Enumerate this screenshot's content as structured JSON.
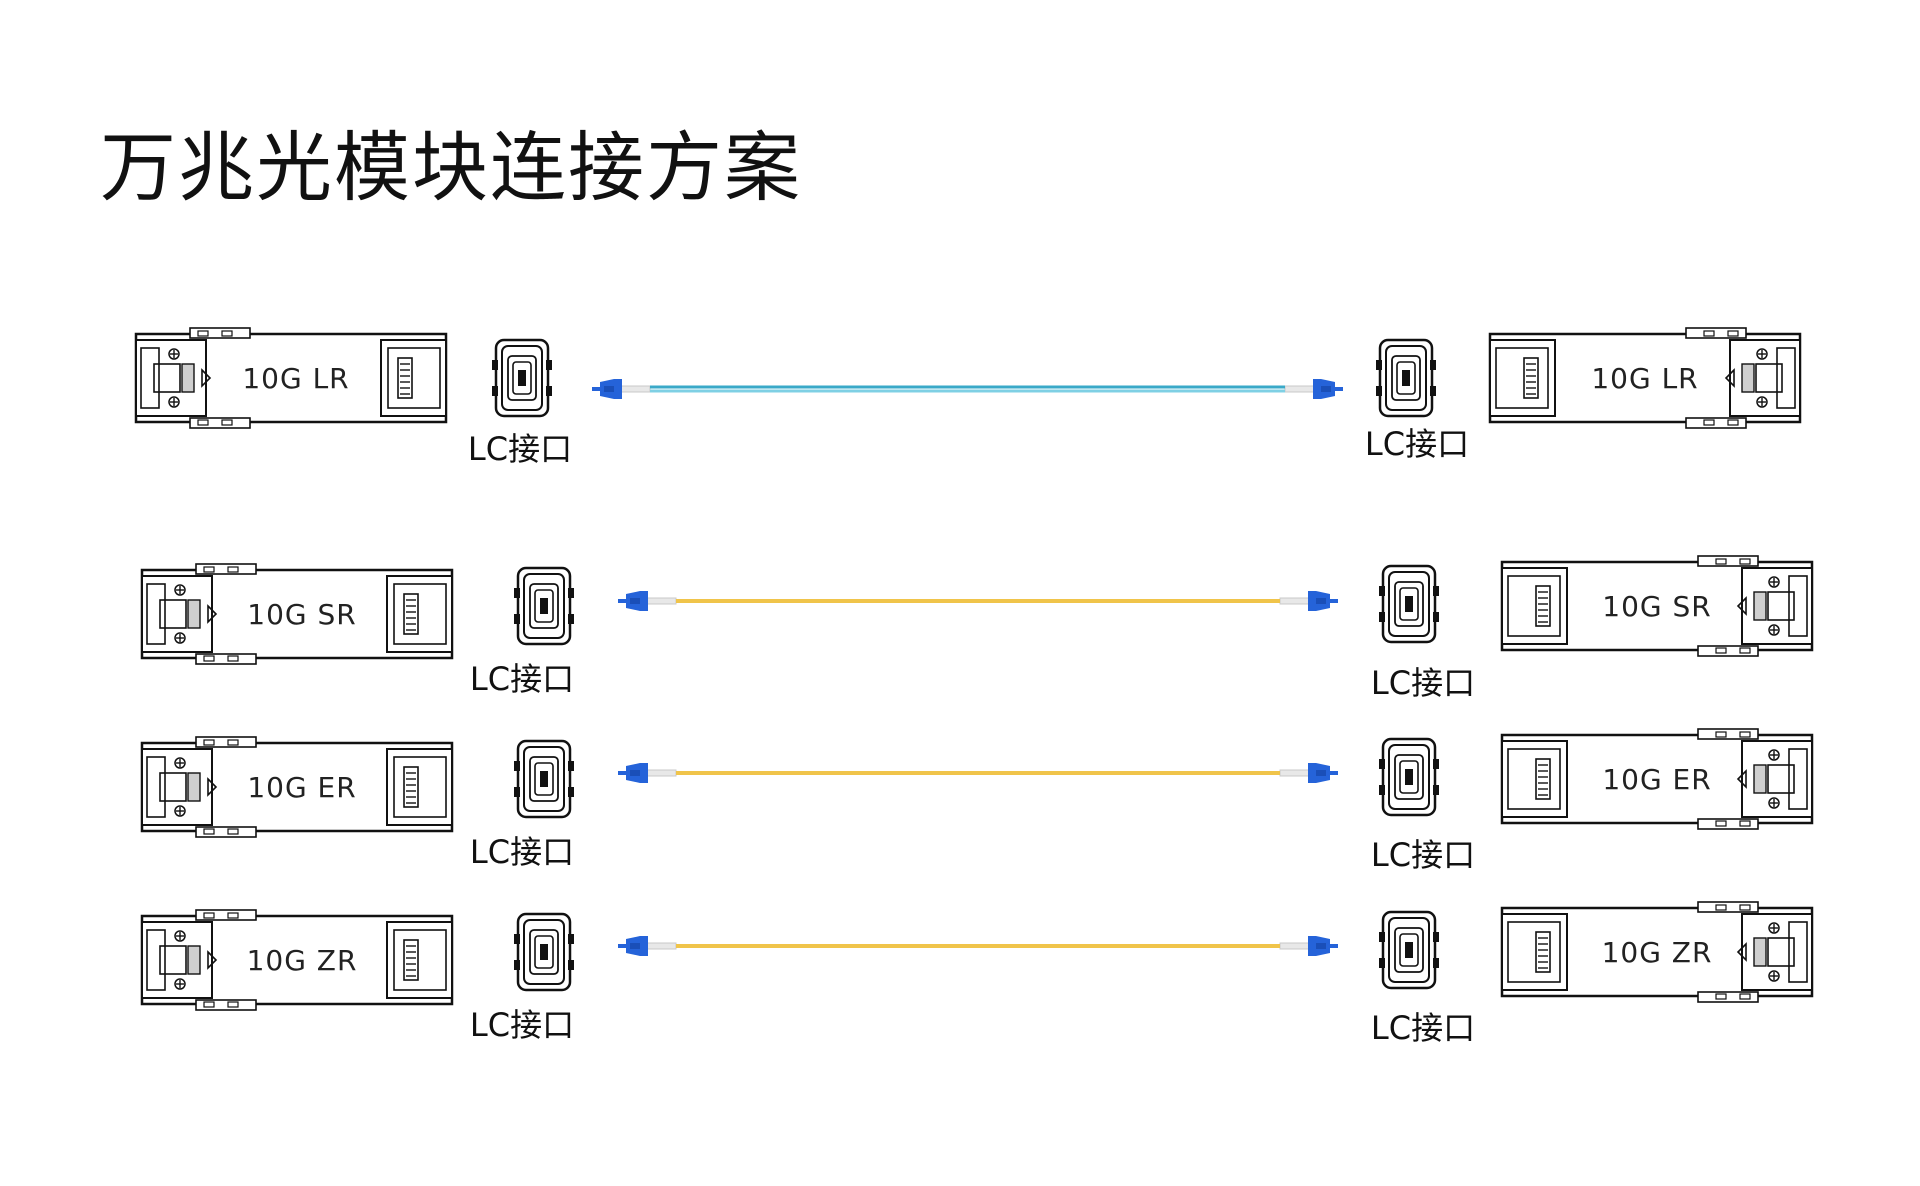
{
  "title": "万兆光模块连接方案",
  "connector_label": "LC接口",
  "rows": [
    {
      "left_module": "10G LR",
      "right_module": "10G LR",
      "left_connector": "LC接口",
      "right_connector": "LC接口",
      "cable_color": "#3aa9c8",
      "cable_type": "multimode"
    },
    {
      "left_module": "10G SR",
      "right_module": "10G SR",
      "left_connector": "LC接口",
      "right_connector": "LC接口",
      "cable_color": "#f0c44a",
      "cable_type": "singlemode"
    },
    {
      "left_module": "10G ER",
      "right_module": "10G ER",
      "left_connector": "LC接口",
      "right_connector": "LC接口",
      "cable_color": "#f0c44a",
      "cable_type": "singlemode"
    },
    {
      "left_module": "10G ZR",
      "right_module": "10G ZR",
      "left_connector": "LC接口",
      "right_connector": "LC接口",
      "cable_color": "#f0c44a",
      "cable_type": "singlemode"
    }
  ],
  "colors": {
    "connector_boot": "#2563d9",
    "module_outline": "#111111"
  }
}
